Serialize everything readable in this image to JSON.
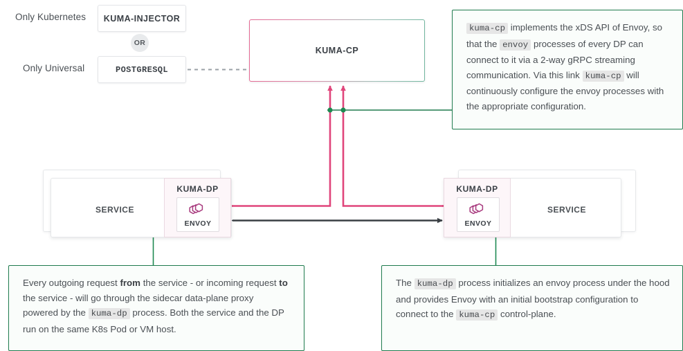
{
  "diagram": {
    "title": "Kuma control-plane and data-plane architecture",
    "colors": {
      "pink": "#e0457b",
      "green": "#1e7a4d",
      "gray_arrow": "#9aa2ac",
      "black_arrow": "#3a3f44",
      "dashed": "#9aa0a6",
      "code_bg": "#e6e6e6",
      "dp_panel_bg": "#fdf6f9",
      "envoy_logo": "#a83a7e"
    },
    "deployment_options": {
      "kubernetes_label": "Only Kubernetes",
      "universal_label": "Only Universal",
      "or_badge": "OR",
      "kubernetes_component": "KUMA-INJECTOR",
      "universal_component": "POSTGRESQL"
    },
    "control_plane": {
      "label": "KUMA-CP"
    },
    "data_planes": [
      {
        "id": "left",
        "dp_label": "KUMA-DP",
        "service_label": "SERVICE",
        "envoy_label": "ENVOY",
        "envoy_icon": "envoy-hexagon-logo"
      },
      {
        "id": "right",
        "dp_label": "KUMA-DP",
        "service_label": "SERVICE",
        "envoy_label": "ENVOY",
        "envoy_icon": "envoy-hexagon-logo"
      }
    ],
    "callouts": {
      "xds": {
        "id": "xds-callout",
        "parts": [
          {
            "type": "code",
            "text": "kuma-cp"
          },
          {
            "type": "text",
            "text": " implements the xDS API of Envoy, so that the "
          },
          {
            "type": "code",
            "text": "envoy"
          },
          {
            "type": "text",
            "text": " processes of every DP can connect to it via a 2-way gRPC streaming communication. Via this link "
          },
          {
            "type": "code",
            "text": "kuma-cp"
          },
          {
            "type": "text",
            "text": " will continuously configure the envoy processes with the appropriate configuration."
          }
        ]
      },
      "sidecar": {
        "id": "sidecar-callout",
        "parts": [
          {
            "type": "text",
            "text": "Every outgoing request "
          },
          {
            "type": "bold",
            "text": "from"
          },
          {
            "type": "text",
            "text": " the service - or incoming request "
          },
          {
            "type": "bold",
            "text": "to"
          },
          {
            "type": "text",
            "text": " the service - will go through the sidecar data-plane proxy powered by the "
          },
          {
            "type": "code",
            "text": "kuma-dp"
          },
          {
            "type": "text",
            "text": " process. Both the service and the DP run on the same K8s Pod or VM host."
          }
        ]
      },
      "bootstrap": {
        "id": "bootstrap-callout",
        "parts": [
          {
            "type": "text",
            "text": "The "
          },
          {
            "type": "code",
            "text": "kuma-dp"
          },
          {
            "type": "text",
            "text": " process initializes an envoy process under the hood and provides Envoy with an initial bootstrap configuration to connect to the "
          },
          {
            "type": "code",
            "text": "kuma-cp"
          },
          {
            "type": "text",
            "text": " control-plane."
          }
        ]
      }
    }
  }
}
